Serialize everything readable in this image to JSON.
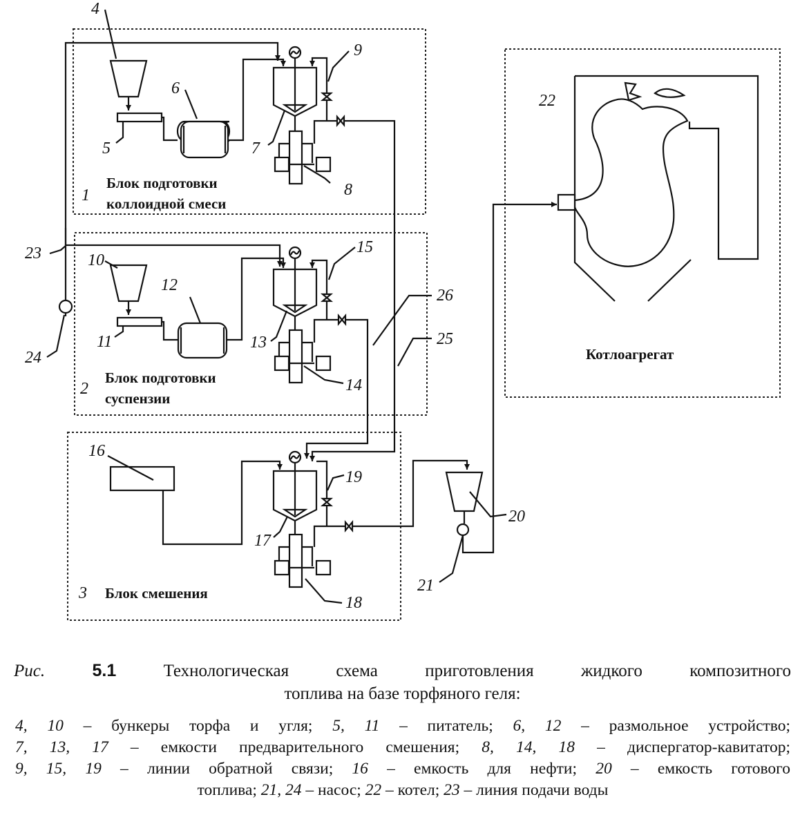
{
  "labels": {
    "n1": "1",
    "n2": "2",
    "n3": "3",
    "n4": "4",
    "n5": "5",
    "n6": "6",
    "n7": "7",
    "n8": "8",
    "n9": "9",
    "n10": "10",
    "n11": "11",
    "n12": "12",
    "n13": "13",
    "n14": "14",
    "n15": "15",
    "n16": "16",
    "n17": "17",
    "n18": "18",
    "n19": "19",
    "n20": "20",
    "n21": "21",
    "n22": "22",
    "n23": "23",
    "n24": "24",
    "n25": "25",
    "n26": "26"
  },
  "blocks": {
    "b1_line1": "Блок подготовки",
    "b1_line2": "коллоидной смеси",
    "b2_line1": "Блок подготовки",
    "b2_line2": "суспензии",
    "b3": "Блок смешения",
    "boiler": "Котлоагрегат"
  },
  "caption": {
    "fig_prefix": "Рис.",
    "fig_number": "5.1",
    "title_line1": "Технологическая схема приготовления жидкого композитного",
    "title_line2": "топлива на базе торфяного геля:"
  },
  "legend": {
    "l1": [
      {
        "k": "4, 10",
        "v": " – бункеры торфа и угля; "
      },
      {
        "k": "5, 11",
        "v": " – питатель; "
      },
      {
        "k": "6, 12",
        "v": " – размольное устройство;"
      }
    ],
    "l2": [
      {
        "k": "7, 13, 17",
        "v": " – емкости предварительного смешения; "
      },
      {
        "k": "8, 14, 18",
        "v": " – диспергатор-кавитатор;"
      }
    ],
    "l3": [
      {
        "k": "9, 15, 19",
        "v": " – линии обратной связи; "
      },
      {
        "k": "16",
        "v": " – емкость для нефти; "
      },
      {
        "k": "20",
        "v": " – емкость готового"
      }
    ],
    "l4": [
      {
        "k": "",
        "v": "топлива; "
      },
      {
        "k": "21, 24",
        "v": " – насос; "
      },
      {
        "k": "22",
        "v": " – котел; "
      },
      {
        "k": "23",
        "v": " – линия подачи воды"
      }
    ]
  }
}
